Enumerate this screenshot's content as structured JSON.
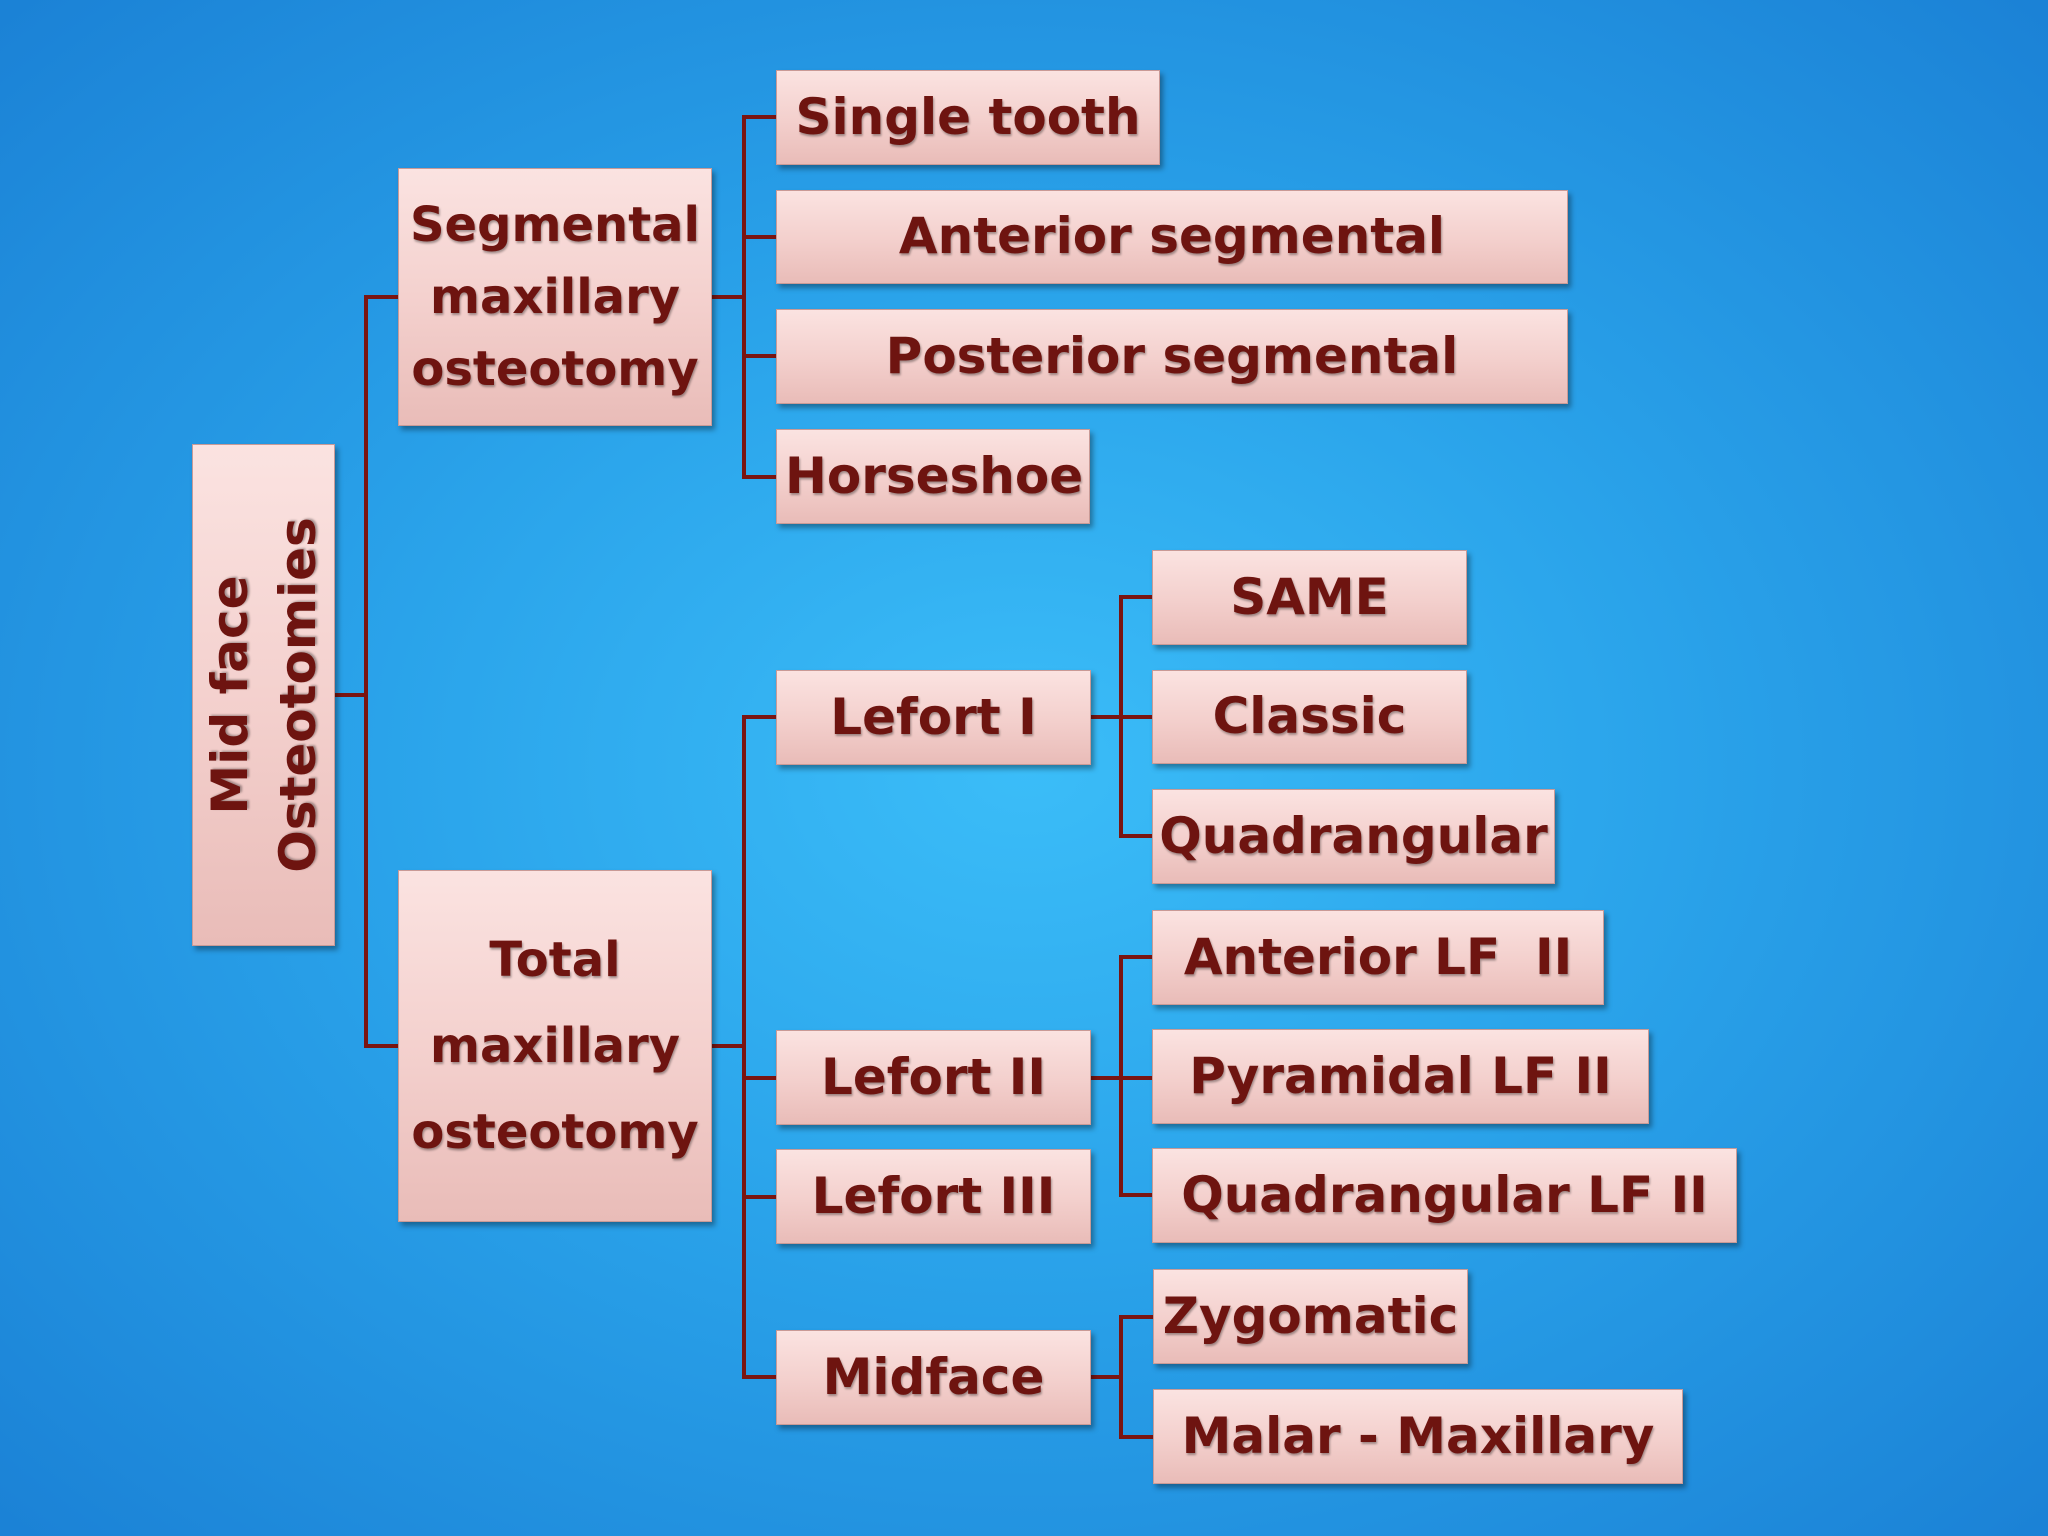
{
  "root": {
    "line1": "Mid face",
    "line2": "Osteotomies"
  },
  "segmental": {
    "label_lines": [
      "Segmental",
      "maxillary",
      "osteotomy"
    ],
    "children": [
      "Single tooth",
      "Anterior segmental",
      "Posterior segmental",
      "Horseshoe"
    ]
  },
  "total": {
    "label_lines": [
      "Total",
      "maxillary",
      "osteotomy"
    ],
    "lefort1": {
      "label": "Lefort I",
      "children": [
        "SAME",
        "Classic",
        "Quadrangular"
      ]
    },
    "lefort2": {
      "label": "Lefort II",
      "children": [
        "Anterior LF  II",
        "Pyramidal LF II",
        "Quadrangular LF II"
      ]
    },
    "lefort3": {
      "label": "Lefort III"
    },
    "midface": {
      "label": "Midface",
      "children": [
        "Zygomatic",
        "Malar - Maxillary"
      ]
    }
  },
  "colors": {
    "background_center": "#3bbdf8",
    "background_edge": "#1b82d6",
    "box_fill": "#f3cfcc",
    "text": "#6e1410",
    "connector": "#7a1512"
  }
}
